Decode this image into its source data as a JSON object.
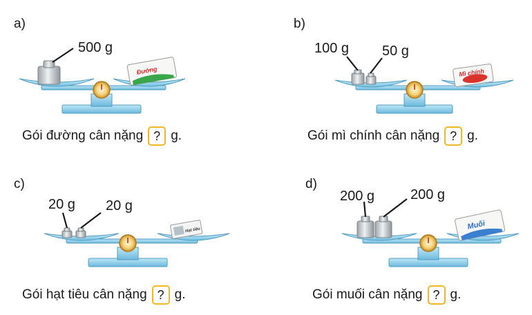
{
  "panels": [
    {
      "id": "a",
      "label": "a)",
      "weights": [
        "500 g"
      ],
      "package_text": "Đường",
      "prefix": "Gói đường cân nặng",
      "answer": "?",
      "unit": "g."
    },
    {
      "id": "b",
      "label": "b)",
      "weights": [
        "100 g",
        "50 g"
      ],
      "package_text": "Mì chính",
      "prefix": "Gói mì chính cân nặng",
      "answer": "?",
      "unit": "g."
    },
    {
      "id": "c",
      "label": "c)",
      "weights": [
        "20 g",
        "20 g"
      ],
      "package_text": "Hạt tiêu",
      "prefix": "Gói hạt tiêu cân nặng",
      "answer": "?",
      "unit": "g."
    },
    {
      "id": "d",
      "label": "d)",
      "weights": [
        "200 g",
        "200 g"
      ],
      "package_text": "Muối",
      "prefix": "Gói muối cân nặng",
      "answer": "?",
      "unit": "g."
    }
  ],
  "colors": {
    "pan": "#a9dcef",
    "pan_edge": "#5aa9cf",
    "beam": "#8fd0ea",
    "dial": "#e8b43a",
    "weight": "#cfd3d6",
    "answer_border": "#f2b824"
  }
}
